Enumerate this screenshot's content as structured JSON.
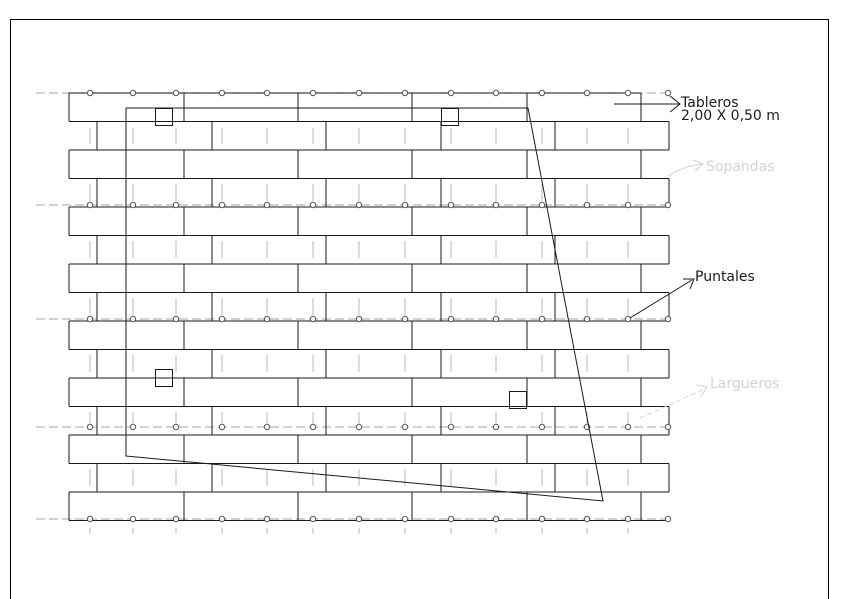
{
  "labels": {
    "tableros_line1": "Tableros",
    "tableros_line2": "2,00 X 0,50 m",
    "sopandas": "Sopandas",
    "puntales": "Puntales",
    "largueros": "Largueros"
  },
  "colors": {
    "stroke": "#1a1a1a",
    "faint": "#b8b8b8",
    "faint_text": "#d2d2d2",
    "background": "#ffffff"
  }
}
